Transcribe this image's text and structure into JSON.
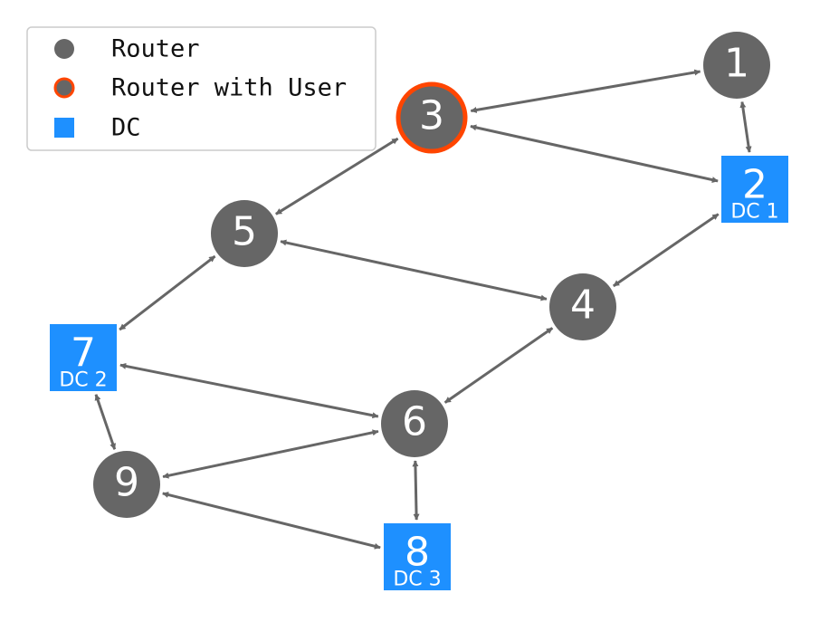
{
  "colors": {
    "router": "#666666",
    "user_ring": "#ff4500",
    "dc": "#1e90ff",
    "edge": "#666666",
    "legend_border": "#cccccc"
  },
  "legend": {
    "items": [
      {
        "label": "Router",
        "marker": "circle"
      },
      {
        "label": "Router with User",
        "marker": "circle-ring"
      },
      {
        "label": "DC",
        "marker": "square"
      }
    ]
  },
  "nodes": [
    {
      "id": "1",
      "label": "1",
      "type": "router"
    },
    {
      "id": "2",
      "label": "2",
      "type": "dc",
      "dc_label": "DC 1"
    },
    {
      "id": "3",
      "label": "3",
      "type": "router-user"
    },
    {
      "id": "4",
      "label": "4",
      "type": "router"
    },
    {
      "id": "5",
      "label": "5",
      "type": "router"
    },
    {
      "id": "6",
      "label": "6",
      "type": "router"
    },
    {
      "id": "7",
      "label": "7",
      "type": "dc",
      "dc_label": "DC 2"
    },
    {
      "id": "8",
      "label": "8",
      "type": "dc",
      "dc_label": "DC 3"
    },
    {
      "id": "9",
      "label": "9",
      "type": "router"
    }
  ],
  "edges": [
    {
      "from": "1",
      "to": "3"
    },
    {
      "from": "1",
      "to": "2"
    },
    {
      "from": "3",
      "to": "2"
    },
    {
      "from": "3",
      "to": "5"
    },
    {
      "from": "5",
      "to": "4"
    },
    {
      "from": "2",
      "to": "4"
    },
    {
      "from": "5",
      "to": "7"
    },
    {
      "from": "4",
      "to": "6"
    },
    {
      "from": "7",
      "to": "6"
    },
    {
      "from": "7",
      "to": "9"
    },
    {
      "from": "6",
      "to": "9"
    },
    {
      "from": "6",
      "to": "8"
    },
    {
      "from": "9",
      "to": "8"
    }
  ]
}
